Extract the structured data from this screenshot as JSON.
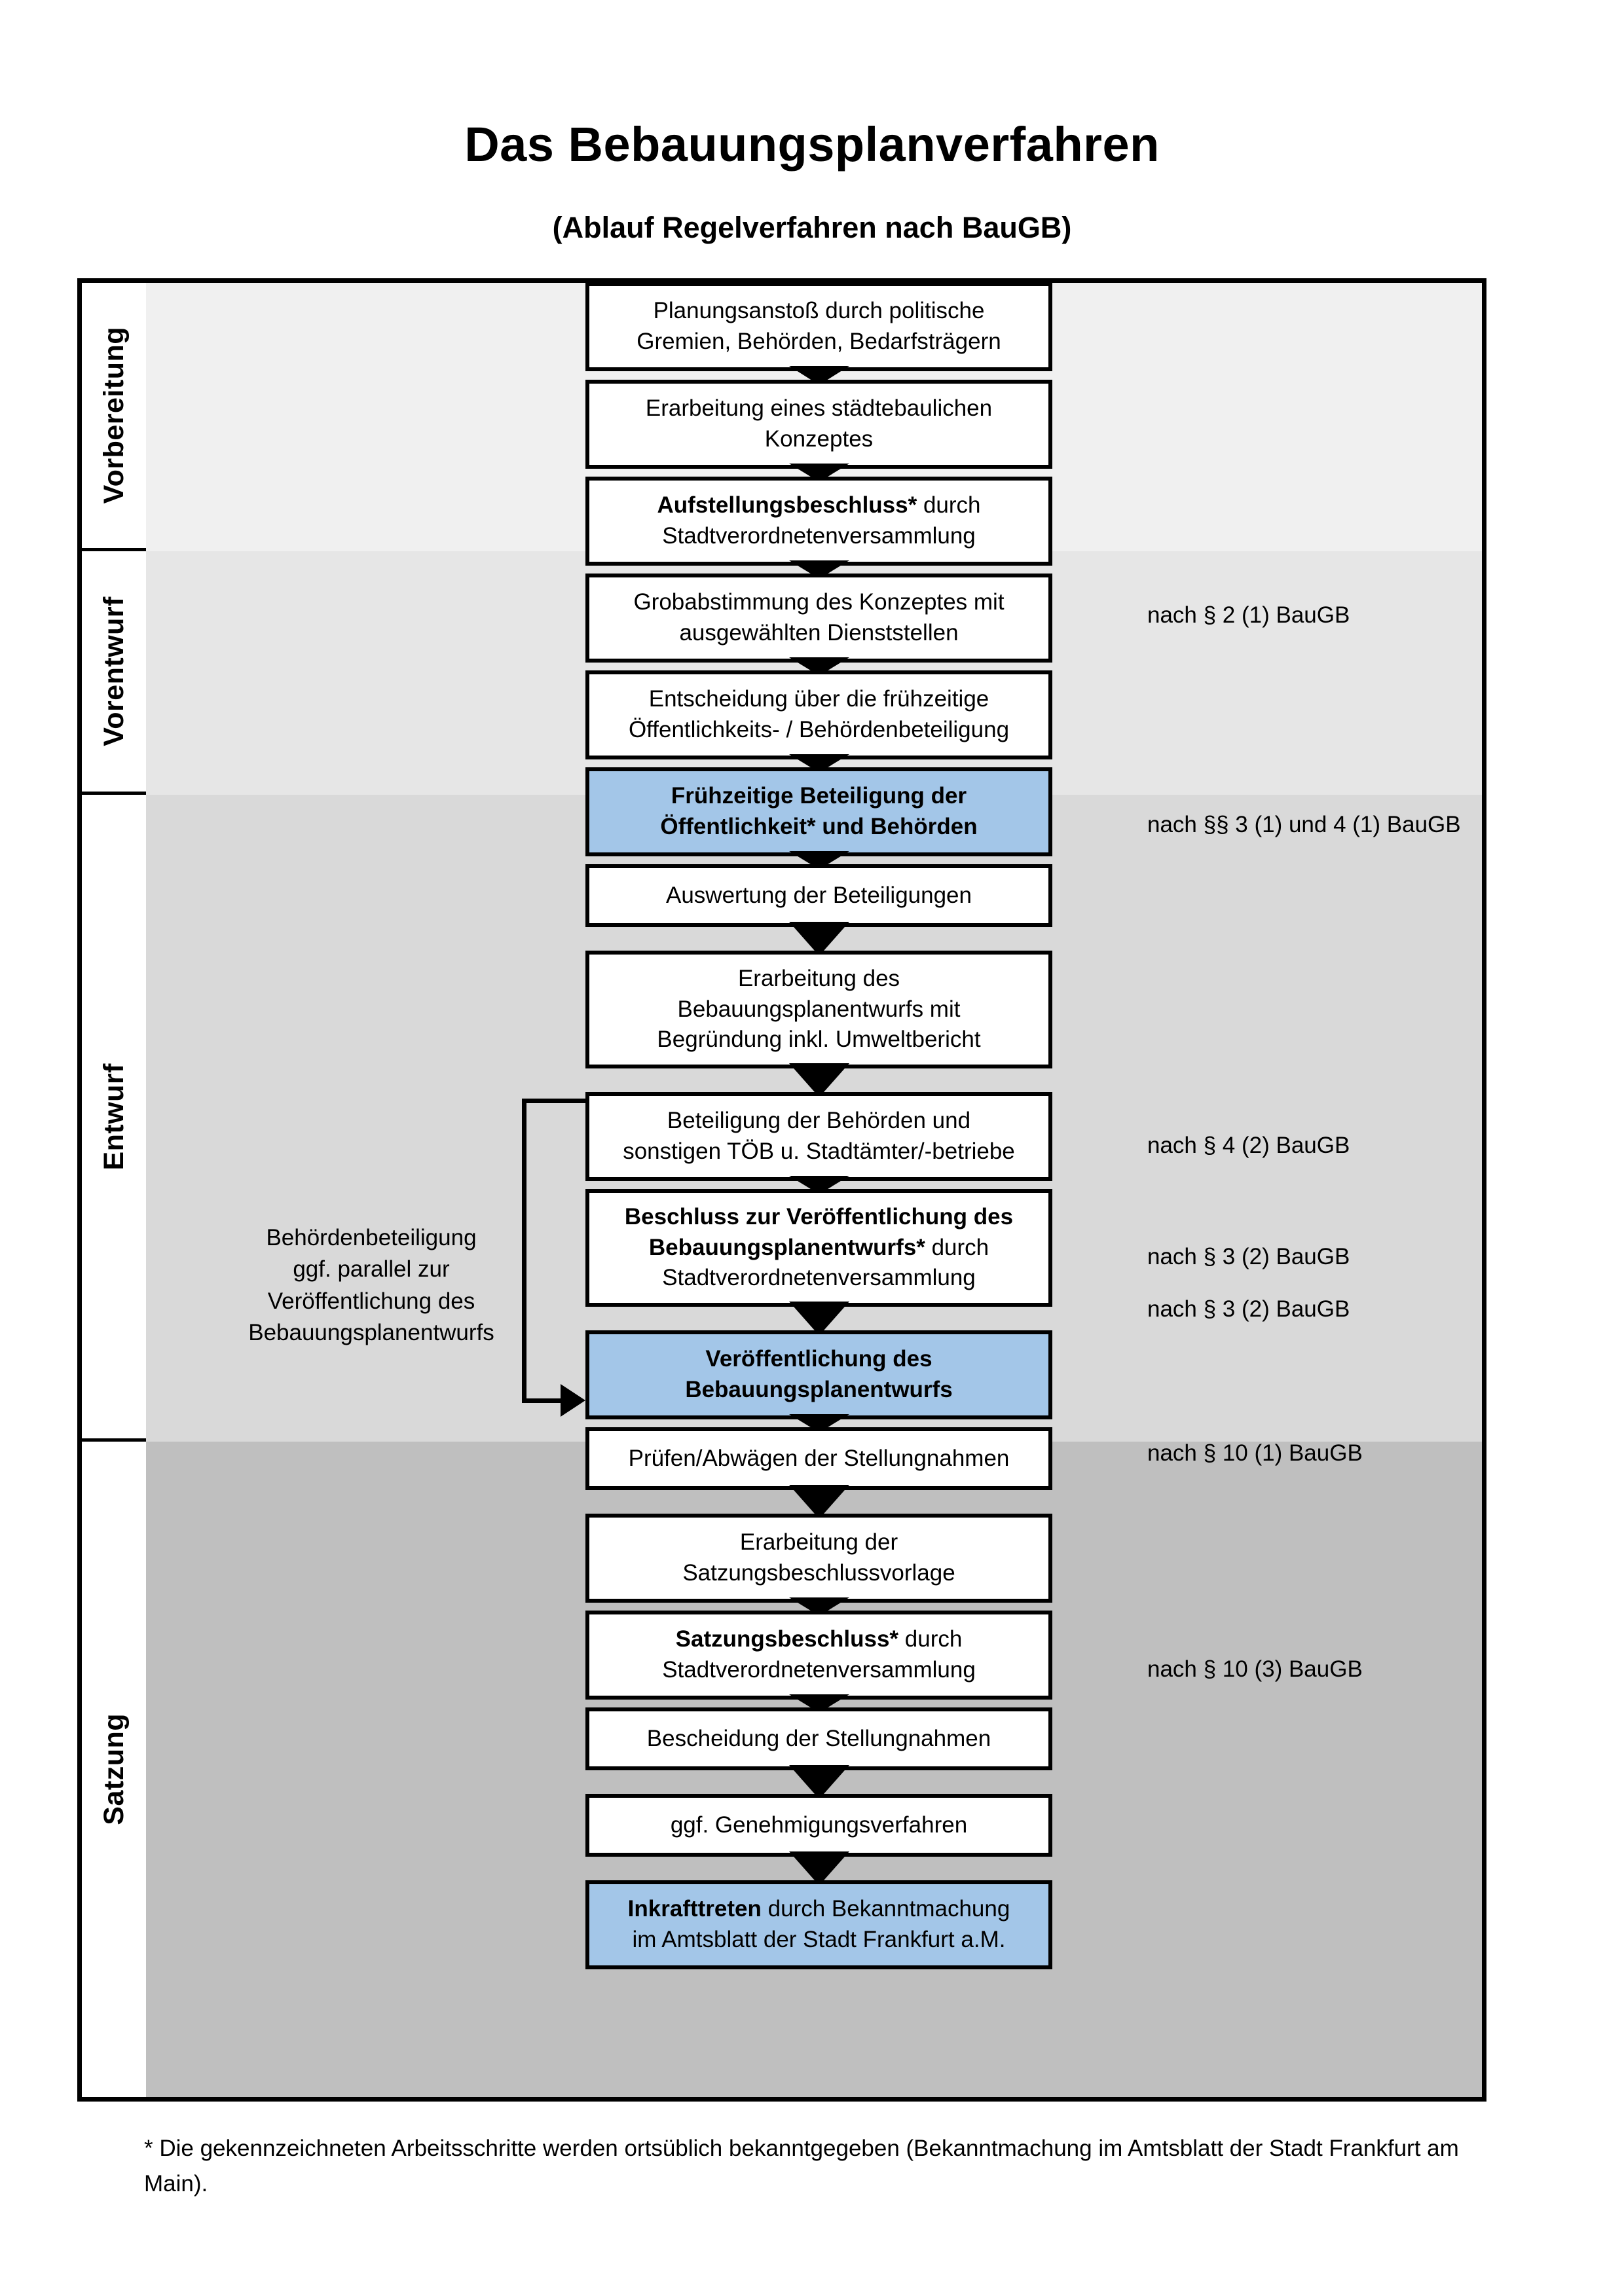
{
  "header": {
    "title": "Das Bebauungsplanverfahren",
    "subtitle": "(Ablauf Regelverfahren nach BauGB)"
  },
  "phases": [
    {
      "key": "vorbereitung",
      "label": "Vorbereitung",
      "band_color": "#f0f0f0"
    },
    {
      "key": "vorentwurf",
      "label": "Vorentwurf",
      "band_color": "#e6e6e6"
    },
    {
      "key": "entwurf",
      "label": "Entwurf",
      "band_color": "#d9d9d9"
    },
    {
      "key": "satzung",
      "label": "Satzung",
      "band_color": "#bfbfbf"
    }
  ],
  "steps": [
    {
      "id": "s1",
      "phase": "vorbereitung",
      "highlight": false,
      "bold_prefix": "",
      "lines": [
        "Planungsanstoß durch politische",
        "Gremien, Behörden, Bedarfsträgern"
      ]
    },
    {
      "id": "s2",
      "phase": "vorbereitung",
      "highlight": false,
      "bold_prefix": "",
      "lines": [
        "Erarbeitung eines städtebaulichen",
        "Konzeptes"
      ]
    },
    {
      "id": "s3",
      "phase": "vorbereitung",
      "highlight": false,
      "bold_prefix": "Aufstellungsbeschluss*",
      "lines": [
        "Aufstellungsbeschluss* durch",
        "Stadtverordnetenversammlung"
      ]
    },
    {
      "id": "s4",
      "phase": "vorentwurf",
      "highlight": false,
      "bold_prefix": "",
      "lines": [
        "Grobabstimmung des Konzeptes mit",
        "ausgewählten Dienststellen"
      ]
    },
    {
      "id": "s5",
      "phase": "vorentwurf",
      "highlight": false,
      "bold_prefix": "",
      "lines": [
        "Entscheidung über die frühzeitige",
        "Öffentlichkeits- / Behördenbeteiligung"
      ]
    },
    {
      "id": "s6",
      "phase": "vorentwurf",
      "highlight": true,
      "bold_prefix": "ALL",
      "lines": [
        "Frühzeitige Beteiligung der",
        "Öffentlichkeit* und Behörden"
      ]
    },
    {
      "id": "s7",
      "phase": "entwurf",
      "highlight": false,
      "bold_prefix": "",
      "lines": [
        "Auswertung der Beteiligungen"
      ]
    },
    {
      "id": "s8",
      "phase": "entwurf",
      "highlight": false,
      "bold_prefix": "",
      "lines": [
        "Erarbeitung des",
        "Bebauungsplanentwurfs mit",
        "Begründung inkl. Umweltbericht"
      ]
    },
    {
      "id": "s9",
      "phase": "entwurf",
      "highlight": false,
      "bold_prefix": "",
      "lines": [
        "Beteiligung der Behörden und",
        "sonstigen TÖB u. Stadtämter/-betriebe"
      ]
    },
    {
      "id": "s10",
      "phase": "entwurf",
      "highlight": false,
      "bold_prefix": "Beschluss zur Veröffentlichung des Bebauungsplanentwurfs*",
      "lines": [
        "Beschluss zur Veröffentlichung des",
        "Bebauungsplanentwurfs* durch",
        "Stadtverordnetenversammlung"
      ]
    },
    {
      "id": "s11",
      "phase": "entwurf",
      "highlight": true,
      "bold_prefix": "ALL",
      "lines": [
        "Veröffentlichung des",
        "Bebauungsplanentwurfs"
      ]
    },
    {
      "id": "s12",
      "phase": "satzung",
      "highlight": false,
      "bold_prefix": "",
      "lines": [
        "Prüfen/Abwägen der Stellungnahmen"
      ]
    },
    {
      "id": "s13",
      "phase": "satzung",
      "highlight": false,
      "bold_prefix": "",
      "lines": [
        "Erarbeitung der",
        "Satzungsbeschlussvorlage"
      ]
    },
    {
      "id": "s14",
      "phase": "satzung",
      "highlight": false,
      "bold_prefix": "Satzungsbeschluss*",
      "lines": [
        "Satzungsbeschluss* durch",
        "Stadtverordnetenversammlung"
      ]
    },
    {
      "id": "s15",
      "phase": "satzung",
      "highlight": false,
      "bold_prefix": "",
      "lines": [
        "Bescheidung der Stellungnahmen"
      ]
    },
    {
      "id": "s16",
      "phase": "satzung",
      "highlight": false,
      "bold_prefix": "",
      "lines": [
        "ggf. Genehmigungsverfahren"
      ]
    },
    {
      "id": "s17",
      "phase": "satzung",
      "highlight": true,
      "bold_prefix": "Inkrafttreten",
      "lines": [
        "Inkrafttreten durch Bekanntmachung",
        "im Amtsblatt der Stadt Frankfurt a.M."
      ]
    }
  ],
  "legal_notes": [
    {
      "id": "l1",
      "text": "nach § 2 (1) BauGB",
      "for_step": "s3"
    },
    {
      "id": "l2",
      "text": "nach §§ 3 (1) und 4 (1) BauGB",
      "for_step": "s6"
    },
    {
      "id": "l3",
      "text": "nach § 4 (2) BauGB",
      "for_step": "s9"
    },
    {
      "id": "l4",
      "text": "nach § 3 (2) BauGB",
      "for_step": "s10"
    },
    {
      "id": "l5",
      "text": "nach § 3 (2) BauGB",
      "for_step": "s11"
    },
    {
      "id": "l6",
      "text": "nach § 10 (1) BauGB",
      "for_step": "s14"
    },
    {
      "id": "l7",
      "text": "nach § 10 (3) BauGB",
      "for_step": "s17"
    }
  ],
  "side_note": {
    "lines": [
      "Behördenbeteiligung",
      "ggf. parallel zur",
      "Veröffentlichung des",
      "Bebauungsplanentwurfs"
    ]
  },
  "footnote": {
    "text": "* Die gekennzeichneten Arbeitsschritte werden ortsüblich bekanntgegeben (Bekanntmachung im Amtsblatt  der Stadt Frankfurt am Main)."
  },
  "colors": {
    "highlight_blue": "#a3c6e8",
    "box_border": "#000000",
    "box_fill": "#ffffff",
    "phase_column": "#ffffff"
  }
}
